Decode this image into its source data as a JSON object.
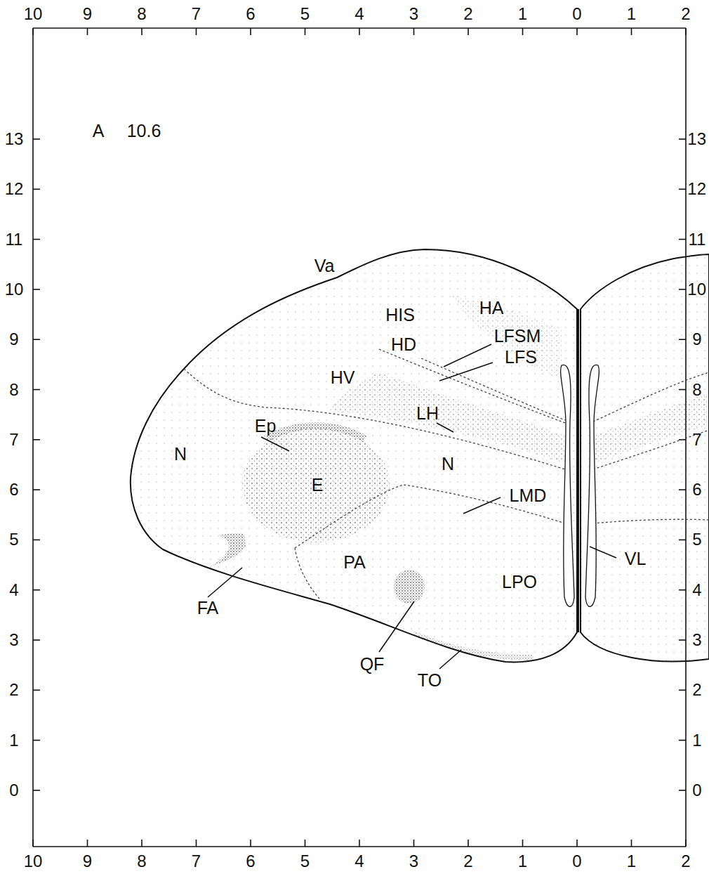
{
  "diagram": {
    "labels": [
      "A",
      "10.6",
      "10",
      "9",
      "8",
      "7",
      "6",
      "5",
      "4",
      "3",
      "2",
      "1",
      "0",
      "1",
      "2",
      "10",
      "9",
      "8",
      "7",
      "6",
      "5",
      "4",
      "3",
      "2",
      "1",
      "0",
      "1",
      "2",
      "13",
      "12",
      "11",
      "10",
      "9",
      "8",
      "7",
      "6",
      "5",
      "4",
      "3",
      "2",
      "1",
      "0",
      "13",
      "12",
      "11",
      "10",
      "9",
      "8",
      "7",
      "6",
      "5",
      "4",
      "3",
      "2",
      "1",
      "0",
      "Va",
      "HIS",
      "HA",
      "HD",
      "LFSM",
      "LFS",
      "HV",
      "Ep",
      "N",
      "E",
      "LH",
      "N",
      "LMD",
      "VL",
      "PA",
      "LPO",
      "FA",
      "QF",
      "TO"
    ]
  }
}
